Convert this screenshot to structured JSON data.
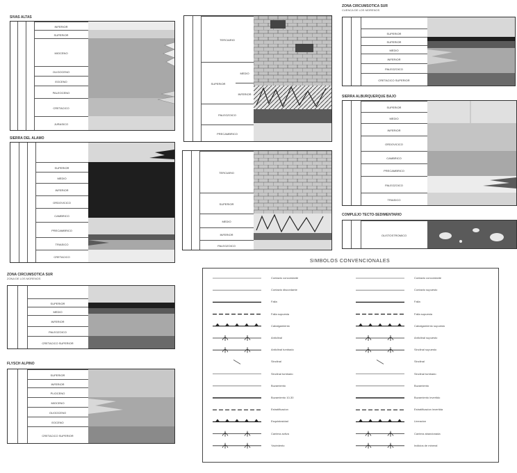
{
  "panels": {
    "p1": {
      "title": "SIVAS ALTAS",
      "units": [
        "INFERIOR",
        "SUPERIOR",
        "MIOCENO",
        "OLIGOCENO",
        "EOCENO",
        "PALEOCENO",
        "CRETACICO",
        "JURASICO"
      ]
    },
    "p2": {
      "title": "SIERRA DEL ALAMO",
      "units": [
        "SUPERIOR",
        "MEDIO",
        "INFERIOR",
        "ORDOVICICO",
        "CAMBRICO",
        "PRECAMBRICO",
        "TRIASICO",
        "CRETACICO"
      ]
    },
    "p3": {
      "title": "ZONA CIRCUMSOTICA SUR",
      "subtitle": "ZONA DE LOS MORENOS",
      "units": [
        "SUPERIOR",
        "MEDIO",
        "INFERIOR",
        "PALEOZOICO",
        "CRETACICO SUPERIOR"
      ]
    },
    "p4": {
      "title": "FLYSCH ALPINO",
      "units": [
        "SUPERIOR",
        "INFERIOR",
        "PLIOCENO",
        "MIOCENO",
        "OLIGOCENO",
        "EOCENO",
        "CRETACICO SUPERIOR"
      ]
    },
    "p5": {
      "title": "",
      "units": [
        "TERCIARIO",
        "SUPERIOR",
        "MEDIO",
        "INFERIOR",
        "PALEOZOICO",
        "PRECAMBRICO"
      ]
    },
    "p6": {
      "title": "",
      "units": [
        "TERCIARIO",
        "SUPERIOR",
        "MEDIO",
        "INFERIOR",
        "PALEOZOICO"
      ]
    },
    "p7": {
      "title": "ZONA CIRCUMSOTICA SUR",
      "subtitle": "CUENCA DE LOS MORENOS",
      "units": [
        "SUPERIOR",
        "SUPERIOR",
        "MEDIO",
        "INFERIOR",
        "PALEOZOICO",
        "CRETACICO SUPERIOR"
      ]
    },
    "p8": {
      "title": "SIERRA ALBURQUERQUE BAJO",
      "units": [
        "SUPERIOR",
        "MEDIO",
        "INFERIOR",
        "ORDOVICICO",
        "CAMBRICO",
        "PRECAMBRICO",
        "PALEOZOICO",
        "TRIASICO"
      ]
    },
    "p9": {
      "title": "COMPLEJO TECTO-SEDIMENTARIO",
      "units": [
        "OLISTOSTROMICO"
      ]
    }
  },
  "legend": {
    "title": "SIMBOLOS CONVENCIONALES",
    "left": [
      "Contacto concordante",
      "Contacto discordante",
      "Falla",
      "Falla supuesta",
      "Cabalgamiento",
      "Anticlinal",
      "Anticlinal tumbado",
      "Sinclinal",
      "Sinclinal tumbado",
      "Buzamiento",
      "Buzamiento 10-30",
      "Estratificacion",
      "Esquistosidad",
      "Cantera activa",
      "Yacimiento"
    ],
    "right": [
      "Contacto concordante",
      "Contacto supuesto",
      "Falla",
      "Falla supuesta",
      "Cabalgamiento supuesto",
      "Anticlinal supuesto",
      "Sinclinal supuesto",
      "Sinclinal",
      "Sinclinal tumbado",
      "Buzamiento",
      "Buzamiento invertido",
      "Estratificacion invertida",
      "Lineacion",
      "Cantera abandonada",
      "Indicios de mineral"
    ]
  },
  "colors": {
    "light": "#d8d8d8",
    "mid": "#a8a8a8",
    "dark": "#5a5a5a",
    "black": "#1e1e1e",
    "pale": "#ececec"
  }
}
